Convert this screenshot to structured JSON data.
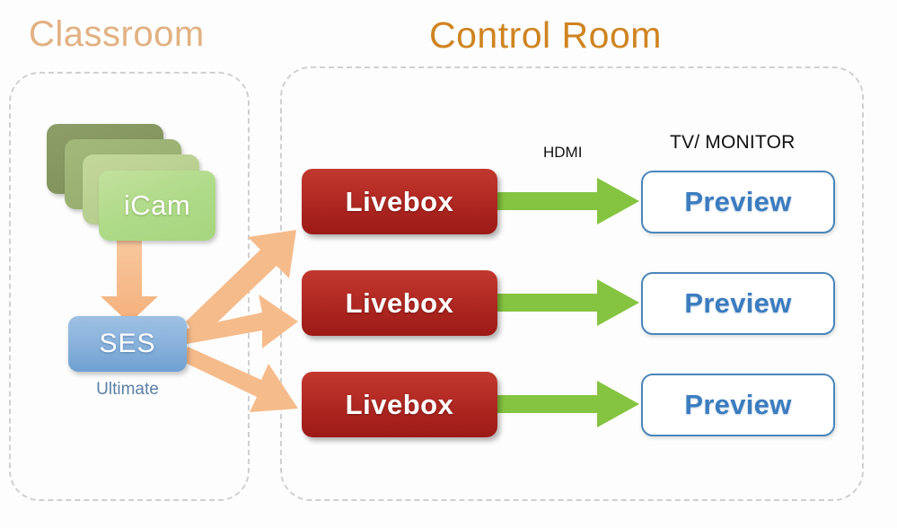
{
  "diagram": {
    "title_classroom": "Classroom",
    "title_control_room": "Control Room",
    "zones": [
      {
        "name": "classroom",
        "label": "Classroom"
      },
      {
        "name": "control-room",
        "label": "Control Room"
      }
    ],
    "classroom": {
      "camera_stack": {
        "label": "iCam",
        "card_count": 4,
        "colors": [
          "#a6d57f",
          "#b0c887",
          "#93a96c",
          "#7d8e59"
        ]
      },
      "switcher": {
        "label": "SES",
        "sublabel": "Ultimate",
        "color": "#8cb4dd"
      }
    },
    "control_room": {
      "connection_label": "HDMI",
      "display_label": "TV/ MONITOR",
      "rows": [
        {
          "encoder": "Livebox",
          "display": "Preview"
        },
        {
          "encoder": "Livebox",
          "display": "Preview"
        },
        {
          "encoder": "Livebox",
          "display": "Preview"
        }
      ]
    },
    "colors": {
      "classroom_title": "#e2b182",
      "control_room_title": "#cf8420",
      "livebox_red": "#b32b24",
      "preview_blue": "#3b7cbf",
      "preview_border": "#4a86bb",
      "orange_arrow": "#f6bb8b",
      "green_arrow": "#85c440",
      "ses_blue": "#8cb4dd",
      "icam_green": "#a6d57f",
      "zone_border": "#d0d0d0"
    }
  }
}
